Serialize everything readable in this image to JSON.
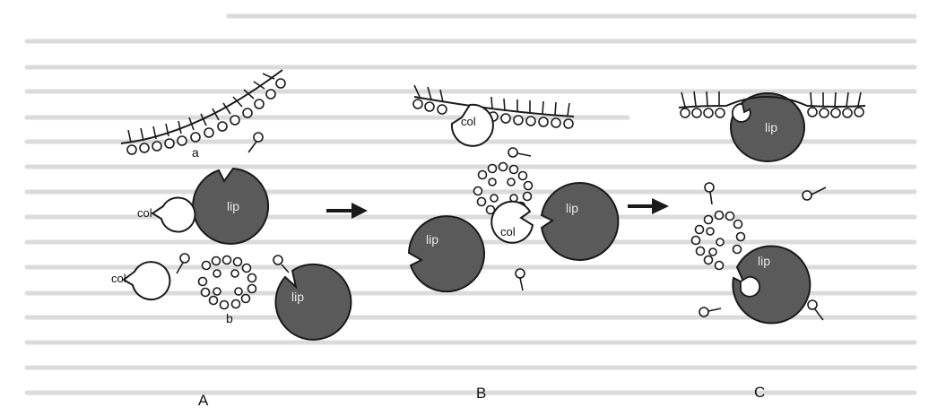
{
  "panels": {
    "a_label": "A",
    "b_label": "B",
    "c_label": "C"
  },
  "labels": {
    "lip": "lip",
    "col": "col",
    "site_a": "a",
    "site_b": "b"
  },
  "colors": {
    "lipase": "#5a5a5a",
    "ink": "#1a1a1a",
    "background_text": "#c9c9c9"
  },
  "icons": [
    "membrane",
    "lipase",
    "colipase",
    "micelle",
    "lipid-molecule",
    "arrow"
  ]
}
